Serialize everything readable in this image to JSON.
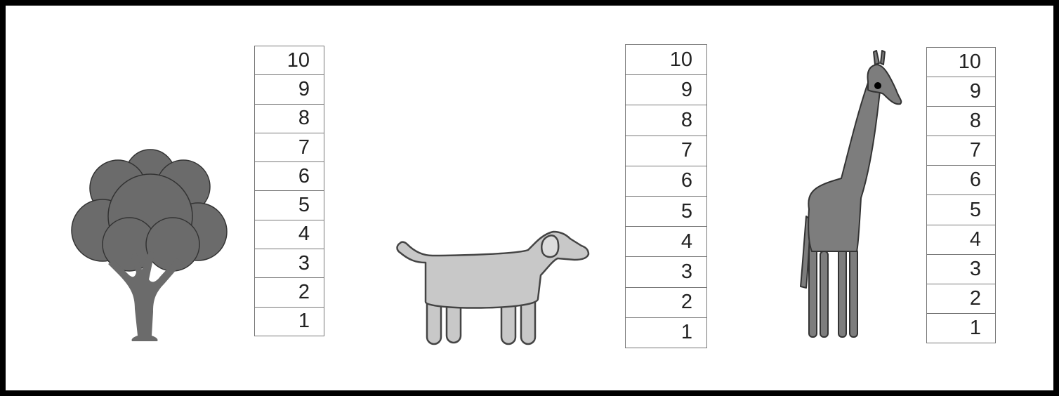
{
  "figures": [
    {
      "name": "tree",
      "icon": "tree-icon",
      "color": "#6b6b6b",
      "scale": [
        "10",
        "9",
        "8",
        "7",
        "6",
        "5",
        "4",
        "3",
        "2",
        "1"
      ]
    },
    {
      "name": "dog",
      "icon": "dog-icon",
      "color": "#c8c8c8",
      "scale": [
        "10",
        "9",
        "8",
        "7",
        "6",
        "5",
        "4",
        "3",
        "2",
        "1"
      ]
    },
    {
      "name": "giraffe",
      "icon": "giraffe-icon",
      "color": "#7d7d7d",
      "scale": [
        "10",
        "9",
        "8",
        "7",
        "6",
        "5",
        "4",
        "3",
        "2",
        "1"
      ]
    }
  ]
}
